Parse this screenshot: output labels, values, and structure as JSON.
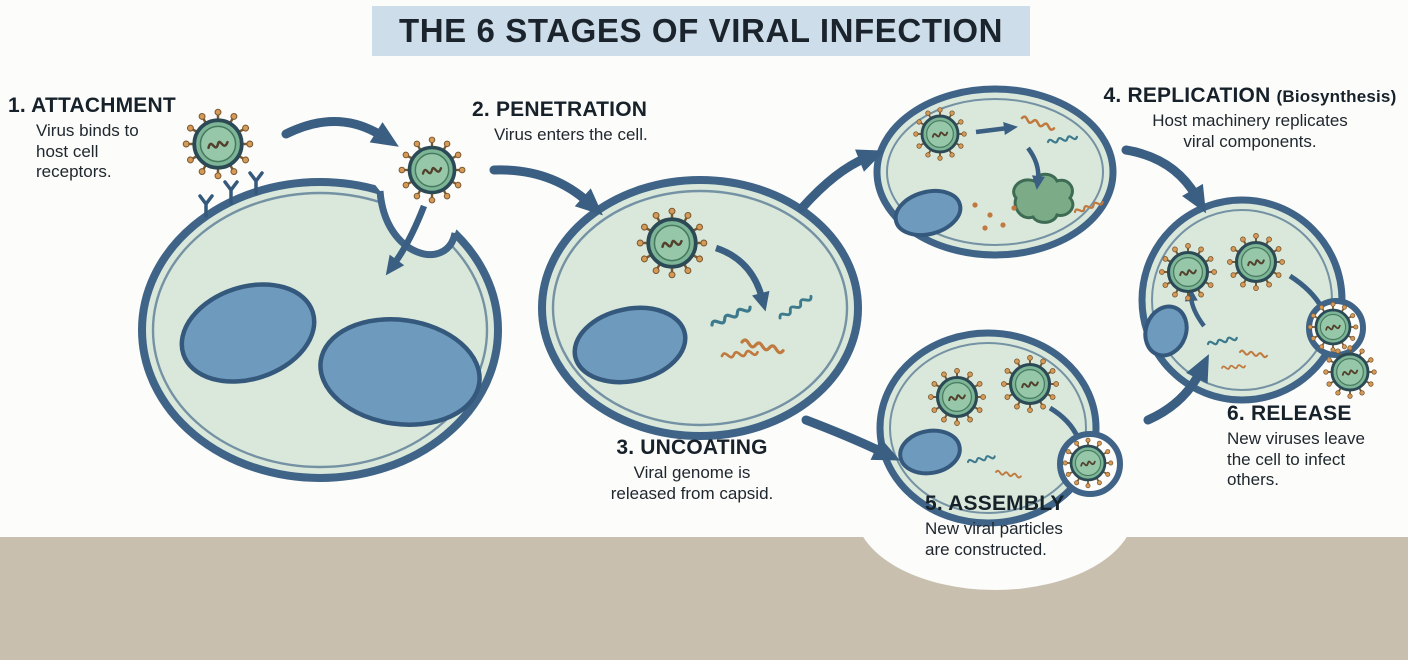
{
  "title": "THE 6 STAGES OF VIRAL INFECTION",
  "stages": [
    {
      "title": "1. ATTACHMENT",
      "desc": "Virus binds to\nhost cell\nreceptors."
    },
    {
      "title": "2. PENETRATION",
      "desc": "Virus enters the cell."
    },
    {
      "title": "3. UNCOATING",
      "desc": "Viral genome is\nreleased from capsid."
    },
    {
      "title": "4. REPLICATION",
      "suffix": "(Biosynthesis)",
      "desc": "Host machinery replicates\nviral components."
    },
    {
      "title": "5. ASSEMBLY",
      "desc": "New viral particles\nare constructed."
    },
    {
      "title": "6. RELEASE",
      "desc": "New viruses leave\nthe cell to infect\nothers."
    }
  ],
  "colors": {
    "banner_bg": "#cddeea",
    "ground": "#c9bfae",
    "cell_fill": "#d9e8da",
    "membrane": "#3f6487",
    "nucleus": "#6e9abd",
    "arrow": "#3a5f82",
    "virus_body": "#7db597",
    "virus_spike": "#d79a56",
    "strand_orange": "#c07a3f",
    "strand_teal": "#3e7a8e"
  }
}
